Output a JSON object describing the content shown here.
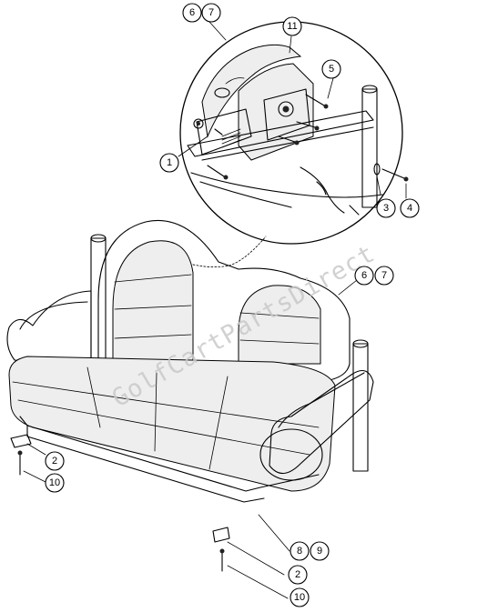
{
  "watermark": "GolfCartPartsDirect",
  "callouts": {
    "c1": "1",
    "c2a": "2",
    "c2b": "2",
    "c3": "3",
    "c4": "4",
    "c5": "5",
    "c6a": "6",
    "c7a": "7",
    "c6b": "6",
    "c7b": "7",
    "c8": "8",
    "c9": "9",
    "c10a": "10",
    "c10b": "10",
    "c11": "11"
  }
}
